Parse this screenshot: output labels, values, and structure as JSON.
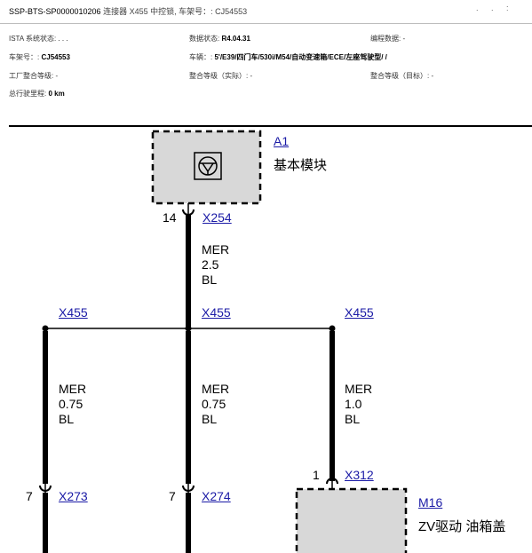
{
  "header": {
    "doc_id": "SSP-BTS-SP0000010206",
    "title_desc": "连接器 X455 中控锁, 车架号：: CJ54553",
    "dots": ". . :"
  },
  "info": {
    "ista_label": "ISTA 系统状态:",
    "ista_value": ". . .",
    "data_status_label": "数据状态:",
    "data_status_value": "R4.04.31",
    "prog_data_label": "编程数据: -",
    "vin_label": "车架号：:",
    "vin_value": "CJ54553",
    "vehicle_label": "车辆：:",
    "vehicle_value": "5'/E39/四门车/530i/M54/自动变速箱/ECE/左座驾驶型/        /",
    "factory_level": "工厂整合等级: -",
    "actual_level": "整合等级（实际）: -",
    "target_level": "整合等级（目标）: -",
    "mileage_label": "总行驶里程:",
    "mileage_value": "0 km"
  },
  "diagram": {
    "a1": {
      "code": "A1",
      "name": "基本模块",
      "icon": "lock-symbol-icon"
    },
    "m16": {
      "code": "M16",
      "name": "ZV驱动 油箱盖"
    },
    "connectors": {
      "x254": "X254",
      "x455_left": "X455",
      "x455_center": "X455",
      "x455_right": "X455",
      "x273": "X273",
      "x274": "X274",
      "x312": "X312"
    },
    "pins": {
      "x254": "14",
      "x273": "7",
      "x274": "7",
      "x312": "1"
    },
    "wires": {
      "top": {
        "code": "MER",
        "size": "2.5",
        "color": "BL"
      },
      "left": {
        "code": "MER",
        "size": "0.75",
        "color": "BL"
      },
      "center": {
        "code": "MER",
        "size": "0.75",
        "color": "BL"
      },
      "right": {
        "code": "MER",
        "size": "1.0",
        "color": "BL"
      }
    }
  }
}
